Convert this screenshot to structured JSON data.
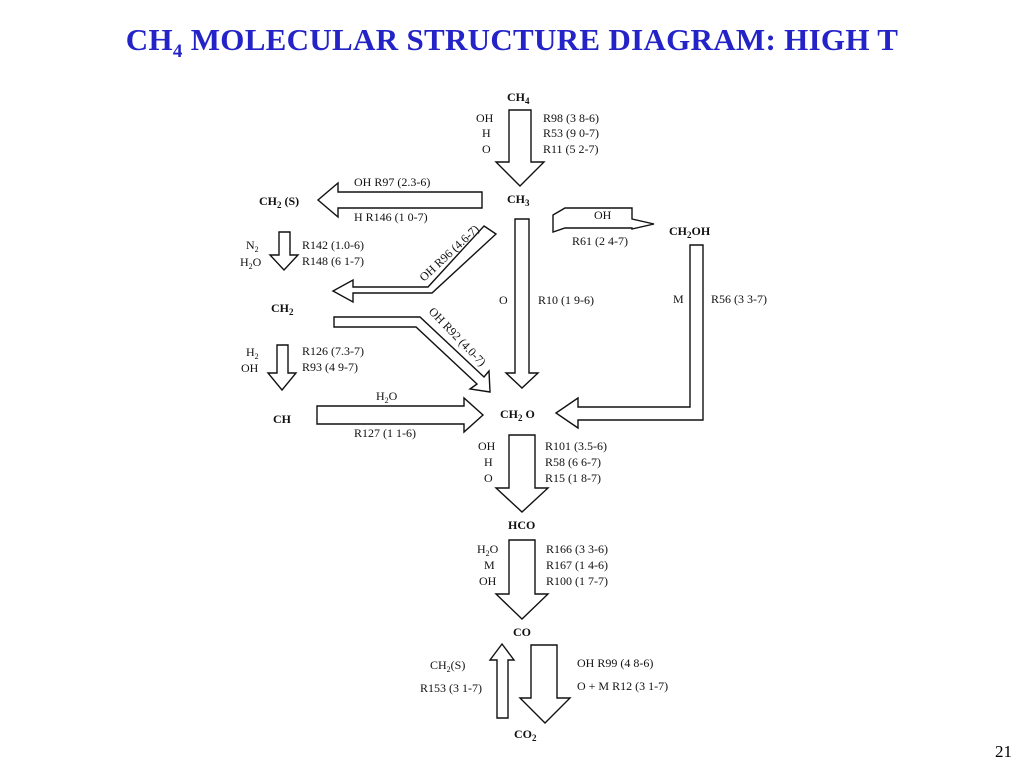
{
  "slide": {
    "title_main": "CH",
    "title_sub": "4",
    "title_rest": " MOLECULAR STRUCTURE DIAGRAM: HIGH T",
    "page_number": "21"
  },
  "nodes": {
    "ch4": {
      "main": "CH",
      "sub": "4"
    },
    "ch3": {
      "main": "CH",
      "sub": "3"
    },
    "ch2s": {
      "main": "CH",
      "sub": "2",
      "rest": " (S)"
    },
    "ch2oh": {
      "main": "CH",
      "sub": "2",
      "rest": "OH"
    },
    "ch2": {
      "main": "CH",
      "sub": "2"
    },
    "ch": {
      "main": "CH"
    },
    "ch2o": {
      "main": "CH",
      "sub": "2",
      "rest": " O"
    },
    "hco": {
      "main": "HCO"
    },
    "co": {
      "main": "CO"
    },
    "co2": {
      "main": "CO",
      "sub": "2"
    }
  },
  "reactions": {
    "ch4_to_ch3": {
      "species": [
        "OH",
        "H",
        "O"
      ],
      "rates": [
        "R98 (3 8-6)",
        "R53 (9 0-7)",
        "R11 (5 2-7)"
      ]
    },
    "ch3_to_ch2s": {
      "top": "OH  R97  (2.3-6)",
      "bottom": "H  R146  (1 0-7)"
    },
    "ch3_to_ch2oh": {
      "top": "OH",
      "bottom": "R61  (2 4-7)"
    },
    "ch2s_to_ch2": {
      "species_main": [
        "N",
        "H"
      ],
      "species_sub": [
        "2",
        "2"
      ],
      "species_rest": [
        "",
        "O"
      ],
      "rates": [
        "R142 (1.0-6)",
        "R148 (6 1-7)"
      ]
    },
    "ch3_to_ch2": {
      "label": "OH R96 (4.6-7)"
    },
    "ch2_to_ch2o": {
      "label": "OH R92 (4.0-7)"
    },
    "ch3_to_ch2o": {
      "species": "O",
      "rate": "R10 (1 9-6)"
    },
    "ch2oh_to_ch2o": {
      "species": "M",
      "rate": "R56 (3 3-7)"
    },
    "ch2_to_ch": {
      "species_main": [
        "H",
        "OH"
      ],
      "species_sub": [
        "2",
        ""
      ],
      "rates": [
        "R126 (7.3-7)",
        "R93 (4 9-7)"
      ]
    },
    "ch_to_ch2o": {
      "top_main": "H",
      "top_sub": "2",
      "top_rest": "O",
      "bottom": "R127  (1 1-6)"
    },
    "ch2o_to_hco": {
      "species": [
        "OH",
        "H",
        "O"
      ],
      "rates": [
        "R101 (3.5-6)",
        "R58 (6 6-7)",
        "R15 (1 8-7)"
      ]
    },
    "hco_to_co": {
      "species_main": [
        "H",
        "M",
        "OH"
      ],
      "species_sub": [
        "2",
        "",
        ""
      ],
      "species_rest": [
        "O",
        "",
        ""
      ],
      "rates": [
        "R166 (3 3-6)",
        "R167 (1 4-6)",
        "R100 (1 7-7)"
      ]
    },
    "co_to_co2": {
      "rates": [
        "OH R99 (4 8-6)",
        "O + M R12 (3 1-7)"
      ]
    },
    "co2_to_co": {
      "species_main": "CH",
      "species_sub": "2",
      "species_rest": "(S)",
      "rate": "R153 (3 1-7)"
    }
  }
}
